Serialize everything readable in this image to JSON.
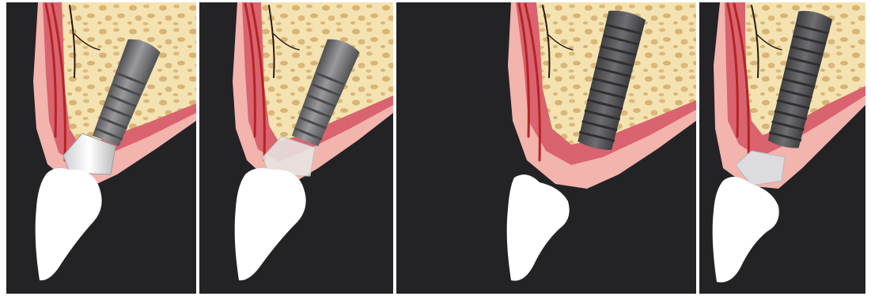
{
  "figure": {
    "panels": [
      {
        "id": "panel-1",
        "implant": "tapered-threaded",
        "abutment": "silver",
        "tooth": "crown"
      },
      {
        "id": "panel-2",
        "implant": "tapered-threaded",
        "abutment": "translucent",
        "tooth": "crown"
      },
      {
        "id": "panel-3",
        "implant": "cylindrical-threaded",
        "abutment": "none",
        "tooth": "crown"
      },
      {
        "id": "panel-4",
        "implant": "cylindrical-threaded",
        "abutment": "pale-grey",
        "tooth": "crown"
      }
    ],
    "colors": {
      "background": "#232326",
      "bone": "#f4e3b0",
      "bone_pores": "#d9b374",
      "gum": "#f2b4ad",
      "gum_dark": "#d9636e",
      "vessel": "#b52424",
      "implant": "#6b6b6e",
      "tooth": "#ffffff"
    }
  }
}
